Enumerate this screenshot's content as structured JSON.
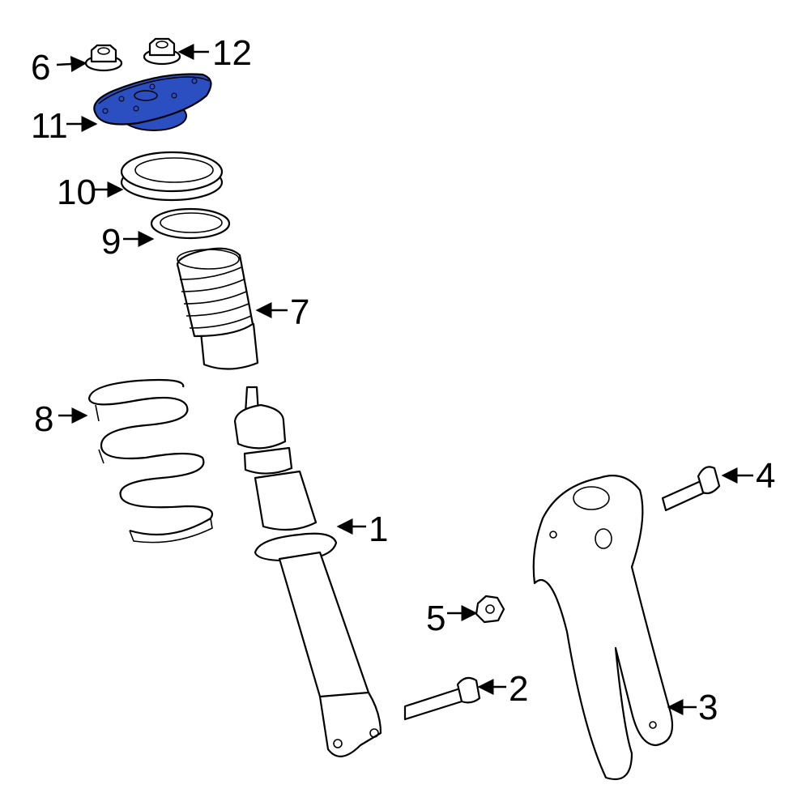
{
  "highlight_color": "#2b4fc0",
  "callouts": [
    {
      "label": "1",
      "part": "strut"
    },
    {
      "label": "2",
      "part": "bolt"
    },
    {
      "label": "3",
      "part": "strut-fork"
    },
    {
      "label": "4",
      "part": "bolt"
    },
    {
      "label": "5",
      "part": "nut"
    },
    {
      "label": "6",
      "part": "nut"
    },
    {
      "label": "7",
      "part": "dust-boot"
    },
    {
      "label": "8",
      "part": "coil-spring"
    },
    {
      "label": "9",
      "part": "insulator"
    },
    {
      "label": "10",
      "part": "bearing"
    },
    {
      "label": "11",
      "part": "strut-mount",
      "highlighted": true
    },
    {
      "label": "12",
      "part": "nut"
    }
  ]
}
